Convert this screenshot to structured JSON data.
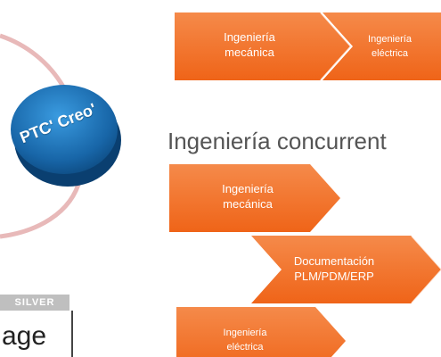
{
  "colors": {
    "arrow": "#f26b1d",
    "arrow_light": "#f58a4a",
    "heading": "#555555",
    "disc": "#1b74b8"
  },
  "logo": {
    "text": "PTC' Creo'"
  },
  "top_flow": {
    "step1": [
      "Ingeniería",
      "mecánica"
    ],
    "step2": [
      "Ingeniería",
      "eléctrica"
    ]
  },
  "heading": "Ingeniería concurrent",
  "concurrent_flow": {
    "row1": [
      "Ingeniería",
      "mecánica"
    ],
    "row2": [
      "Documentación",
      "PLM/PDM/ERP"
    ],
    "row3": [
      "Ingeniería",
      "eléctrica"
    ]
  },
  "badge": {
    "tier": "SILVER",
    "text": "age"
  }
}
